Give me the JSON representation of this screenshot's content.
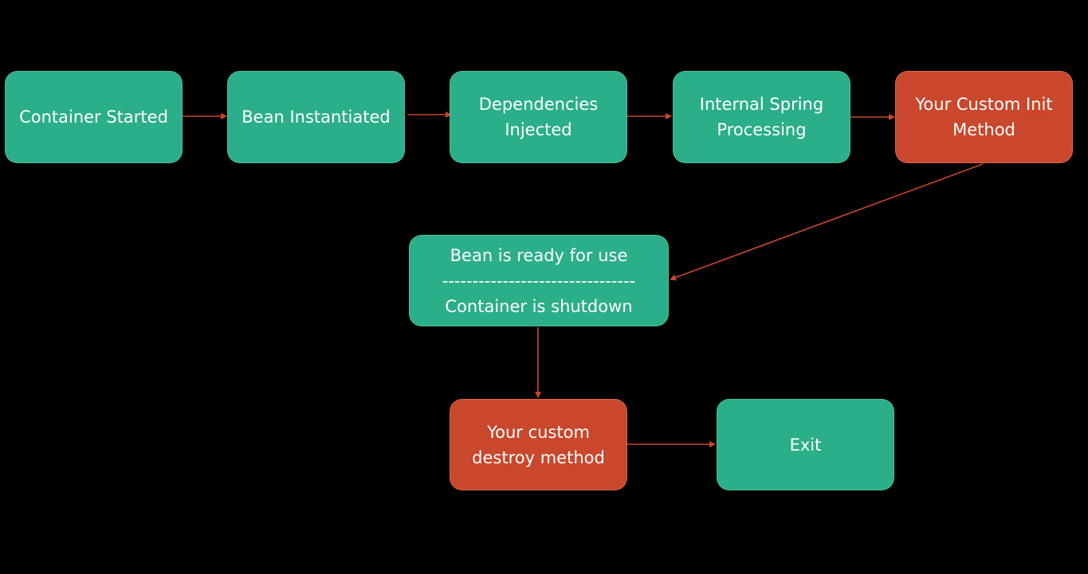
{
  "diagram": {
    "nodes": {
      "container_started": {
        "lines": [
          "Container Started"
        ]
      },
      "bean_instantiated": {
        "lines": [
          "Bean Instantiated"
        ]
      },
      "dependencies_injected": {
        "lines": [
          "Dependencies",
          "Injected"
        ]
      },
      "internal_spring_processing": {
        "lines": [
          "Internal Spring",
          "Processing"
        ]
      },
      "custom_init_method": {
        "line1_prefix": "Your Custom ",
        "line1_flagged": "Init",
        "line2": "Method"
      },
      "bean_ready": {
        "line1": "Bean is ready for use",
        "divider": "--------------------------------",
        "line2": "Container is shutdown"
      },
      "custom_destroy_method": {
        "lines": [
          "Your custom",
          "destroy method"
        ]
      },
      "exit": {
        "lines": [
          "Exit"
        ]
      }
    },
    "colors": {
      "background": "#000000",
      "step_fill": "#2bae8a",
      "custom_fill": "#c9472c",
      "arrow": "#c9472c",
      "text": "#ffffff",
      "spellcheck_underline": "#e03030"
    }
  }
}
